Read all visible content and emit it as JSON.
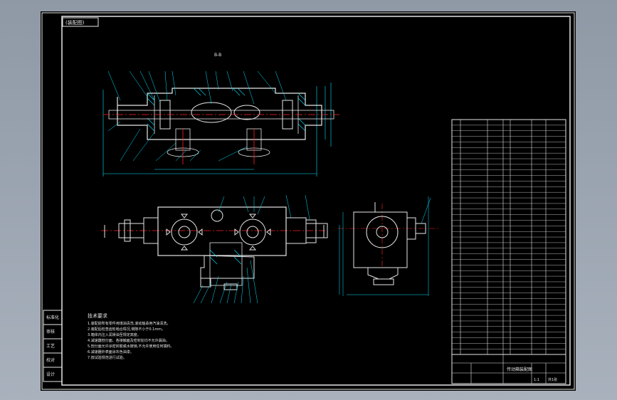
{
  "sheet": {
    "title_tag": "(装配图)",
    "drawing_number": "B-B",
    "scale_label": "1:1"
  },
  "left_box": {
    "labels": [
      "标准化",
      "审核",
      "工艺",
      "校对",
      "设计"
    ]
  },
  "tech_notes": {
    "title": "技术要求",
    "lines": [
      "1.装配前所有零件用煤油清洗,滚动轴承用汽油清洗。",
      "2.装配后检查齿轮啮合情况,侧隙不小于0.1mm。",
      "3.箱体内注入润滑油至规定高度。",
      "4.减速器剖分面、各接触面及密封处均不允许漏油。",
      "5.剖分面允许涂密封胶或水玻璃,不允许使用任何填料。",
      "6.减速器外表面涂灰色油漆。",
      "7.按试验规范进行试验。"
    ]
  },
  "title_block": {
    "drawing_name": "传动箱装配图",
    "scale": "1:1",
    "sheet": "共1张"
  },
  "colors": {
    "paper": "#000000",
    "line": "#e6e6e6",
    "center": "#ff2020",
    "section": "#00e5ff",
    "leader": "#00e5ff",
    "part": "#ffffff"
  }
}
